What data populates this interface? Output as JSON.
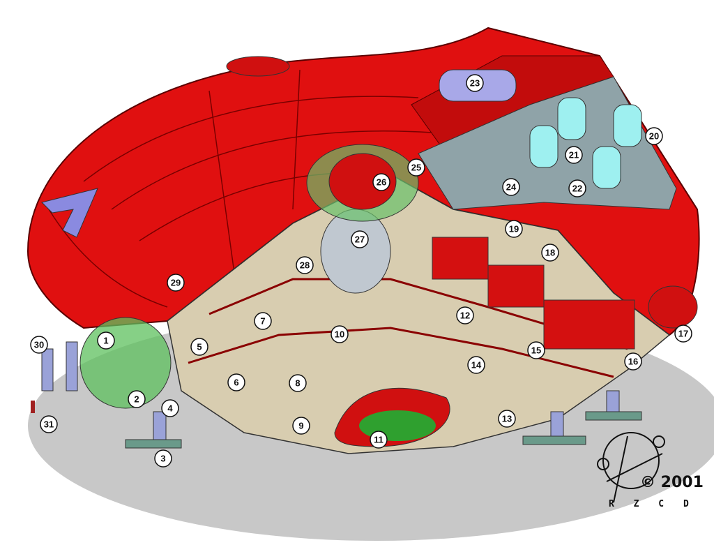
{
  "callouts": [
    "1",
    "2",
    "3",
    "4",
    "5",
    "6",
    "7",
    "8",
    "9",
    "10",
    "11",
    "12",
    "13",
    "14",
    "15",
    "16",
    "17",
    "18",
    "19",
    "20",
    "21",
    "22",
    "23",
    "24",
    "25",
    "26",
    "27",
    "28",
    "29",
    "30",
    "31"
  ],
  "signature": {
    "copyright": "© 2001",
    "initials": "R Z C D"
  },
  "colors": {
    "hull": "#e01010",
    "hull_dark": "#a00808",
    "interior": "#d8cdb0",
    "shadow": "#c8c8c8",
    "dome": "#4fbf4f",
    "accent": "#8a8ae0"
  }
}
